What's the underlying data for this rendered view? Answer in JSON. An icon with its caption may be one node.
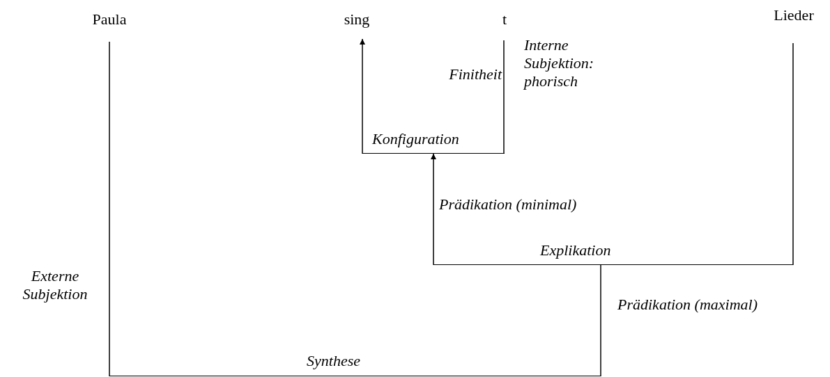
{
  "diagram": {
    "nodes": [
      {
        "text": [
          "Paula"
        ]
      },
      {
        "text": [
          "sing"
        ]
      },
      {
        "text": [
          "t"
        ]
      },
      {
        "text": [
          "Lieder"
        ]
      },
      {
        "text": [
          "Konfiguration"
        ]
      },
      {
        "text": [
          "Explikation"
        ]
      },
      {
        "text": [
          "Synthese"
        ]
      }
    ],
    "edges": [
      {
        "from": 4,
        "to": 1,
        "arrow": "to"
      },
      {
        "from": 2,
        "to": 4,
        "arrow": "none",
        "label": "Finitheit"
      },
      {
        "from": 5,
        "to": 4,
        "arrow": "to",
        "label": "Prädikation (minimal)"
      },
      {
        "from": 3,
        "to": 5,
        "arrow": "none"
      },
      {
        "from": 5,
        "to": 6,
        "arrow": "none",
        "label": "Prädikation (maximal)"
      },
      {
        "from": 0,
        "to": 6,
        "arrow": "none",
        "label": "Externe Subjektion"
      }
    ],
    "labels": [
      "Interne Subjektion: phorisch"
    ]
  }
}
